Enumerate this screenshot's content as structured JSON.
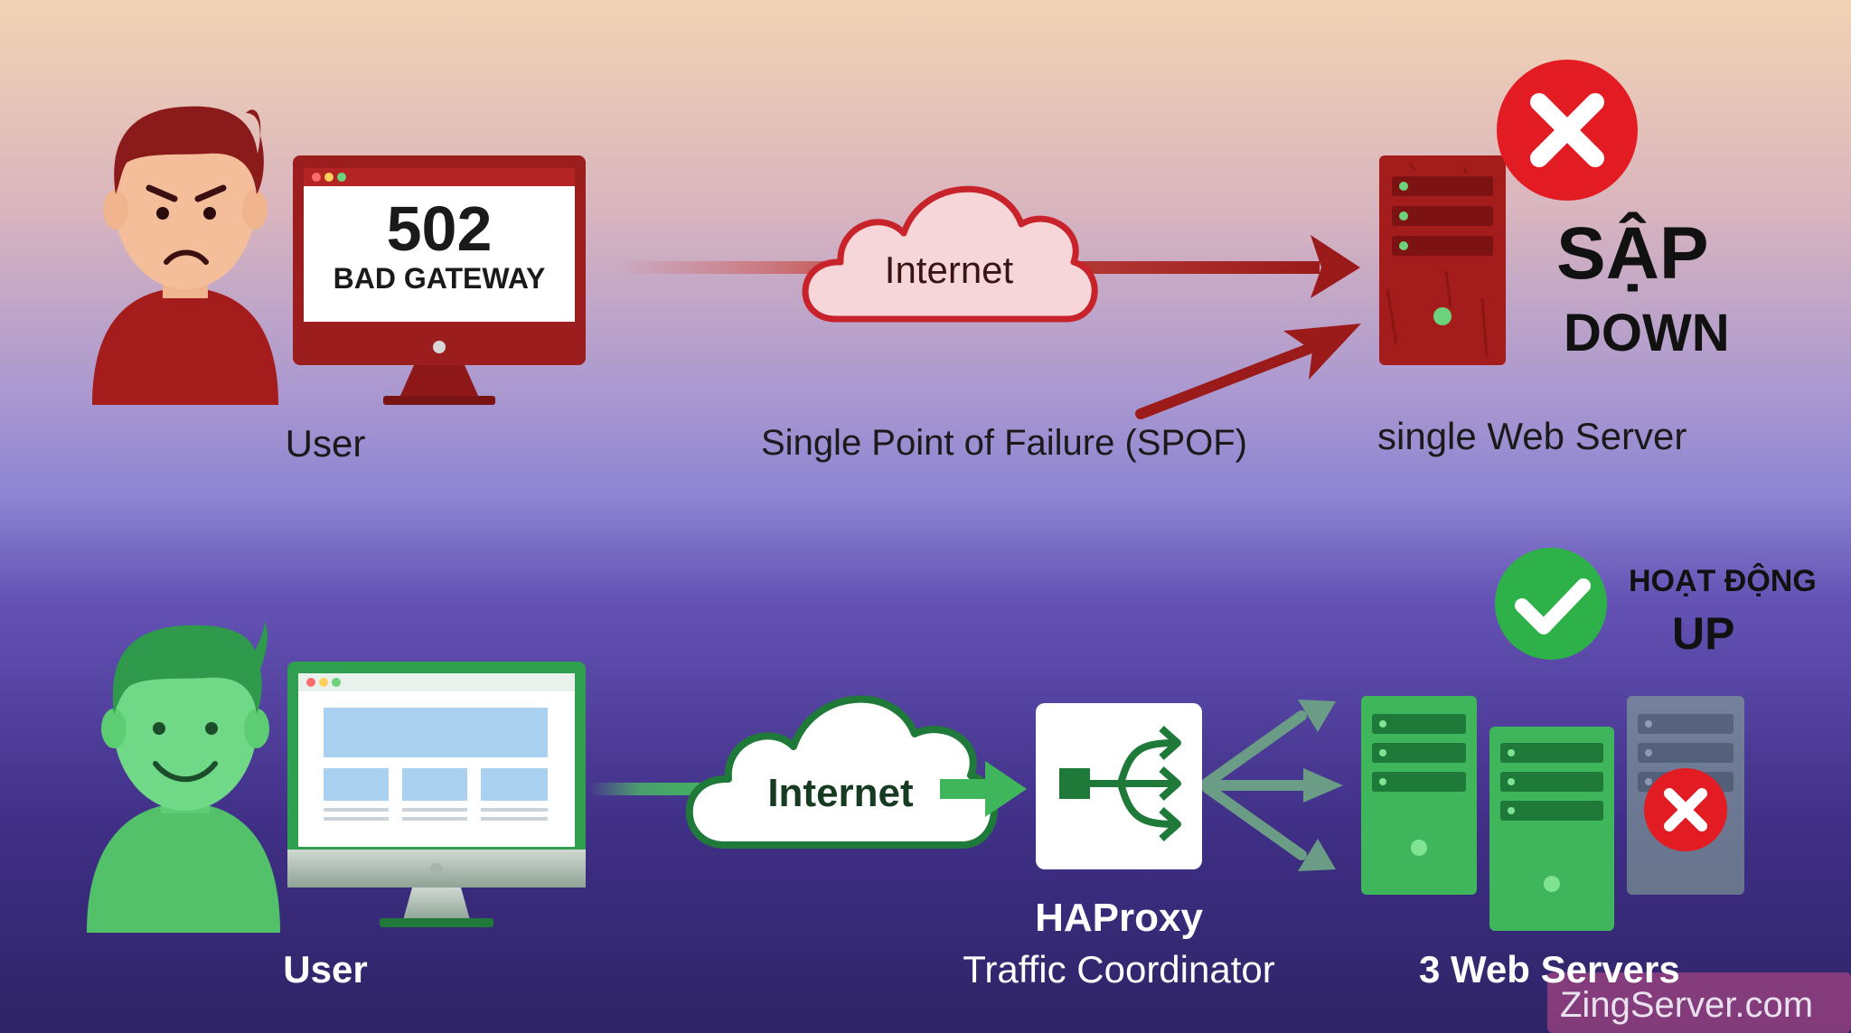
{
  "top": {
    "error_code": "502",
    "error_text": "BAD GATEWAY",
    "internet_label": "Internet",
    "user_label": "User",
    "spof_label": "Single Point of Failure (SPOF)",
    "server_label": "single Web Server",
    "status_vi": "SẬP",
    "status_en": "DOWN"
  },
  "bottom": {
    "user_label": "User",
    "internet_label": "Internet",
    "haproxy_title": "HAProxy",
    "haproxy_subtitle": "Traffic Coordinator",
    "servers_label": "3 Web Servers",
    "status_vi": "HOẠT ĐỘNG",
    "status_en": "UP"
  },
  "watermark": "ZingServer.com",
  "colors": {
    "red": "#a51c1c",
    "dark_red": "#8e1818",
    "green": "#3fb55c",
    "dark_green": "#1f7a3a",
    "cross_red": "#e31b23"
  }
}
